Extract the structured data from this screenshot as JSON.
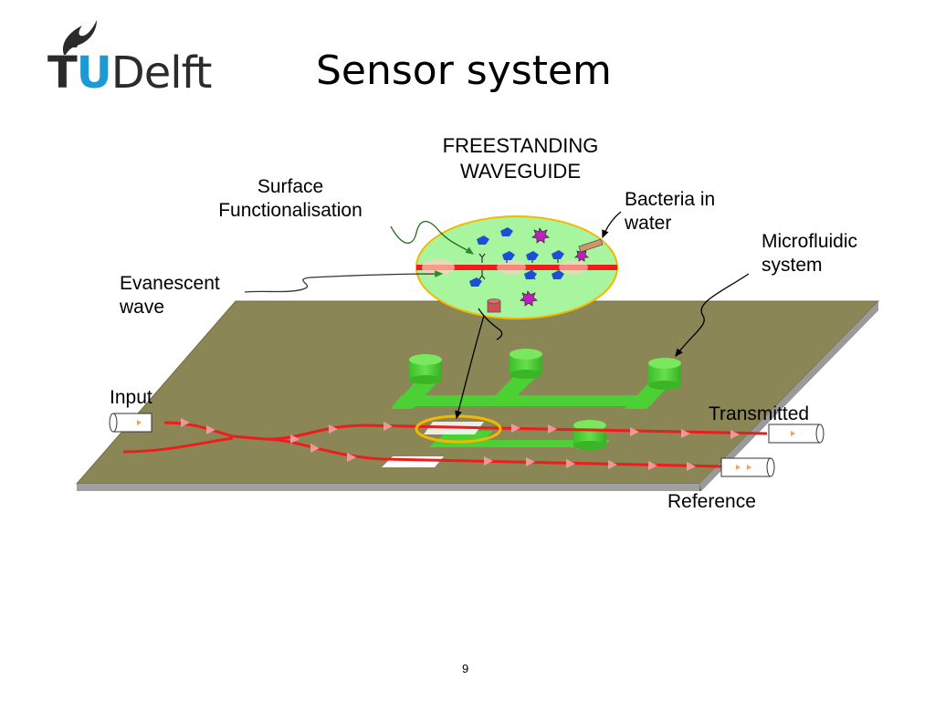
{
  "slide": {
    "title": "Sensor system",
    "page_number": "9"
  },
  "logo": {
    "letter_t": "T",
    "letter_u": "U",
    "word": "Delft",
    "colors": {
      "dark": "#2b2b2b",
      "blue": "#1d9ad6"
    }
  },
  "labels": {
    "freestanding_line1": "FREESTANDING",
    "freestanding_line2": "WAVEGUIDE",
    "surface_line1": "Surface",
    "surface_line2": "Functionalisation",
    "bacteria_line1": "Bacteria in",
    "bacteria_line2": "water",
    "microfluidic_line1": "Microfluidic",
    "microfluidic_line2": "system",
    "evanescent_line1": "Evanescent",
    "evanescent_line2": "wave",
    "input": "Input",
    "transmitted": "Transmitted",
    "reference": "Reference"
  },
  "colors": {
    "chip": "#8b8655",
    "waveguide": "#ee1c1c",
    "microfluidic": "#4cd135",
    "highlight_ring": "#f5b800",
    "zoom_fill": "#a8f5a0"
  }
}
